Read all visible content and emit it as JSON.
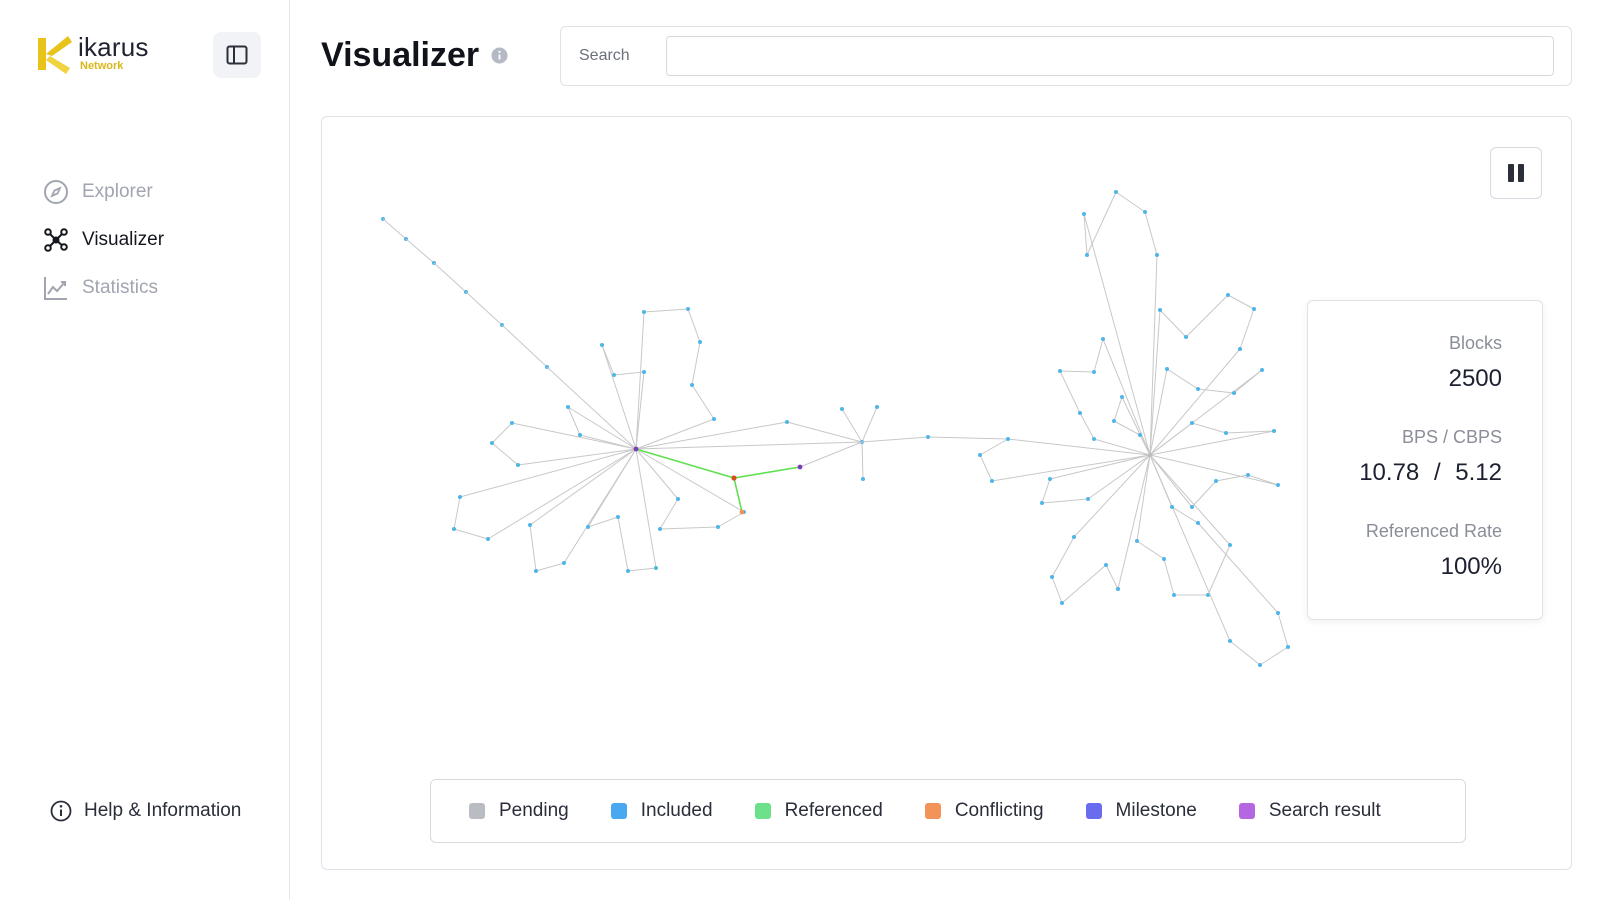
{
  "brand": {
    "name": "ikarus",
    "sub": "Network"
  },
  "sidebar": {
    "items": [
      {
        "label": "Explorer",
        "icon": "compass-icon",
        "active": false
      },
      {
        "label": "Visualizer",
        "icon": "graph-nodes-icon",
        "active": true
      },
      {
        "label": "Statistics",
        "icon": "chart-line-icon",
        "active": false
      }
    ],
    "help_label": "Help & Information"
  },
  "header": {
    "title": "Visualizer"
  },
  "search": {
    "label": "Search",
    "placeholder": "",
    "value": ""
  },
  "stats": {
    "blocks_label": "Blocks",
    "blocks_value": "2500",
    "bps_label": "BPS / CBPS",
    "bps_value": "10.78",
    "bps_sep": "/",
    "cbps_value": "5.12",
    "rate_label": "Referenced Rate",
    "rate_value": "100%"
  },
  "legend": [
    {
      "label": "Pending",
      "color": "#b9bcc2"
    },
    {
      "label": "Included",
      "color": "#4aa8f0"
    },
    {
      "label": "Referenced",
      "color": "#6de08a"
    },
    {
      "label": "Conflicting",
      "color": "#f2935a"
    },
    {
      "label": "Milestone",
      "color": "#6a6cf0"
    },
    {
      "label": "Search result",
      "color": "#b467e0"
    }
  ],
  "colors": {
    "accent": "#e8c31a",
    "node": "#4fb6e6",
    "edge": "#c8c8c8",
    "referenced_edge": "#5fe050"
  }
}
